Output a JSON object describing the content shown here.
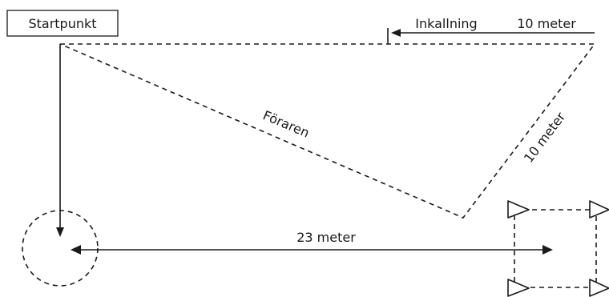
{
  "labels": {
    "start": "Startpunkt",
    "recall": "Inkallning",
    "recall_distance": "10 meter",
    "handler": "Föraren",
    "diagonal_distance": "10 meter",
    "main_distance": "23 meter"
  }
}
